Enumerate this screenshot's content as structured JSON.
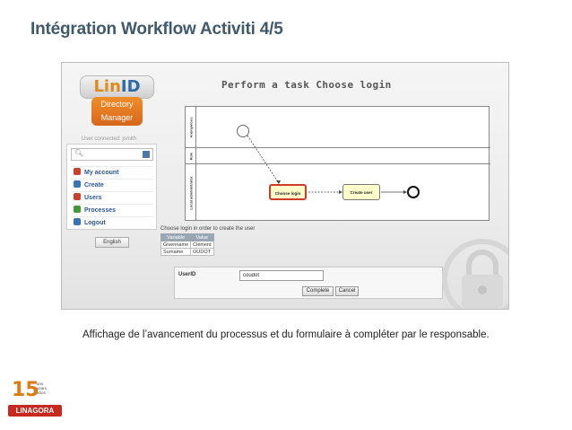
{
  "slide": {
    "title": "Intégration Workflow Activiti 4/5",
    "caption": "Affichage de l’avancement du processus et du formulaire à compléter par le responsable."
  },
  "app": {
    "logo": {
      "part1": "Lin",
      "part2": "ID",
      "line1": "Directory",
      "line2": "Manager"
    },
    "user_connected": "User connected: jsmith",
    "search": {
      "value": "",
      "placeholder": ""
    },
    "nav_items": [
      {
        "label": "My account",
        "icon": "person-icon",
        "color": "#c9402c"
      },
      {
        "label": "Create",
        "icon": "create-icon",
        "color": "#3a74b5"
      },
      {
        "label": "Users",
        "icon": "users-icon",
        "color": "#3a74b5"
      },
      {
        "label": "Processes",
        "icon": "processes-icon",
        "color": "#3f9a3a"
      },
      {
        "label": "Logout",
        "icon": "logout-icon",
        "color": "#3a74b5"
      }
    ],
    "language_button": "English",
    "diagram": {
      "title": "Perform a task Choose login",
      "lanes": [
        "Anonymous",
        "Role",
        "Local administrator"
      ],
      "tasks": [
        "Choose login",
        "Create user"
      ]
    },
    "task_description": "Choose login in order to create the user",
    "variables": {
      "headers": [
        "Variable",
        "Value"
      ],
      "rows": [
        [
          "Givenname",
          "Clément"
        ],
        [
          "Surname",
          "OUDOT"
        ]
      ]
    },
    "form": {
      "label": "UserID",
      "value": "coudot",
      "buttons": {
        "complete": "Complete",
        "cancel": "Cancel"
      }
    }
  },
  "corner_badge": {
    "number": "15",
    "text": [
      "ans",
      "years",
      "años"
    ],
    "brand": "LINAGORA"
  },
  "colors": {
    "title": "#3f5a6c",
    "accent_orange": "#e08a1a",
    "brand_red": "#c8281e",
    "task_highlight": "#d23a2a"
  }
}
